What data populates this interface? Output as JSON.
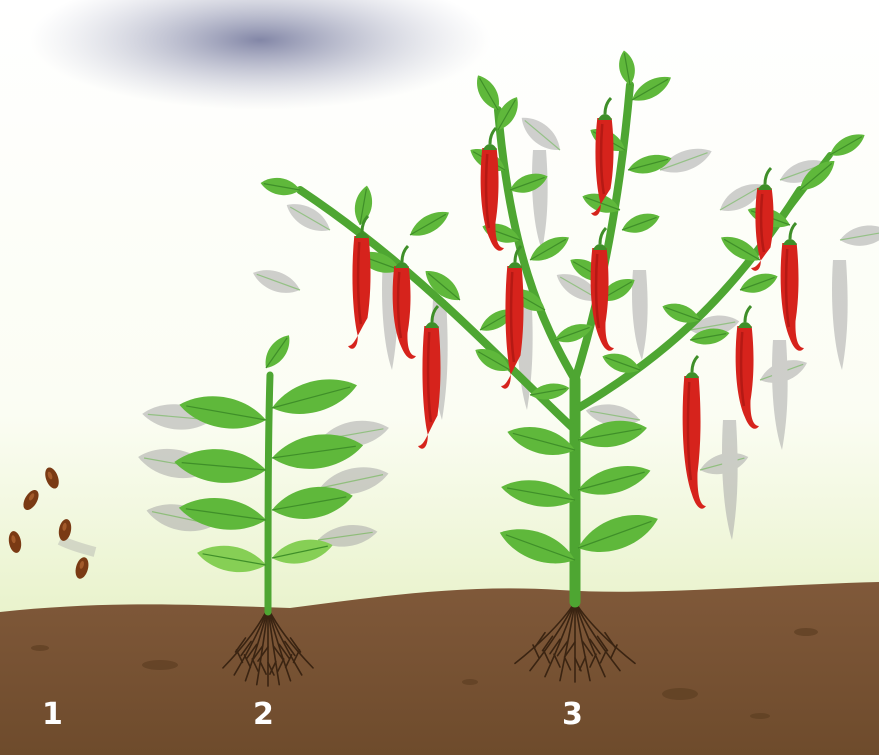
{
  "diagram": {
    "stages": [
      {
        "id": 1,
        "label": "1",
        "name": "seeds"
      },
      {
        "id": 2,
        "label": "2",
        "name": "seedling"
      },
      {
        "id": 3,
        "label": "3",
        "name": "mature-plant-with-peppers"
      }
    ],
    "colors": {
      "sky_top": "#ffffff",
      "sky_bottom": "#e4efbf",
      "soil": "#7a5533",
      "soil_dark": "#5e3f22",
      "leaf": "#5fb83b",
      "leaf_light": "#86cf55",
      "stem": "#4ea632",
      "pepper": "#d6231c",
      "pepper_dark": "#9e130f",
      "seed": "#7a3a14",
      "root": "#3a2412",
      "shadow": "#a8a8a8"
    }
  }
}
